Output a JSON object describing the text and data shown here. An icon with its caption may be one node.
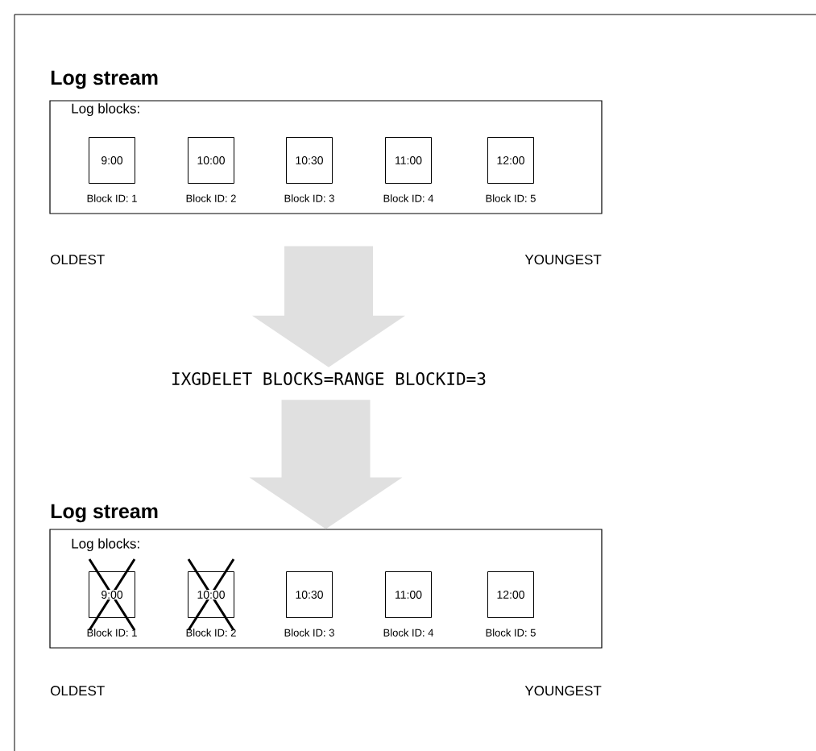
{
  "diagram": {
    "nodes": [
      {
        "text": [
          "Log stream",
          "Log blocks:"
        ]
      },
      {
        "text": [
          "9:00"
        ],
        "beside": [
          "Block ID: 1"
        ],
        "in": 0
      },
      {
        "text": [
          "10:00"
        ],
        "beside": [
          "Block ID: 2"
        ],
        "in": 0
      },
      {
        "text": [
          "10:30"
        ],
        "beside": [
          "Block ID: 3"
        ],
        "in": 0
      },
      {
        "text": [
          "11:00"
        ],
        "beside": [
          "Block ID: 4"
        ],
        "in": 0
      },
      {
        "text": [
          "12:00"
        ],
        "beside": [
          "Block ID: 5"
        ],
        "in": 0
      },
      {
        "text": [
          "Log stream",
          "Log blocks:"
        ]
      },
      {
        "text": [
          "9:00"
        ],
        "beside": [
          "Block ID: 1"
        ],
        "in": 6
      },
      {
        "text": [
          "10:00"
        ],
        "beside": [
          "Block ID: 2"
        ],
        "in": 6
      },
      {
        "text": [
          "10:30"
        ],
        "beside": [
          "Block ID: 3"
        ],
        "in": 6
      },
      {
        "text": [
          "11:00"
        ],
        "beside": [
          "Block ID: 4"
        ],
        "in": 6
      },
      {
        "text": [
          "12:00"
        ],
        "beside": [
          "Block ID: 5"
        ],
        "in": 6
      },
      {
        "text": [
          "IXGDELET BLOCKS=RANGE BLOCKID=3"
        ]
      }
    ],
    "edges": [
      {
        "from": 0,
        "to": 12,
        "arrow": "to",
        "color": "#e0e0e0"
      },
      {
        "from": 12,
        "to": 6,
        "arrow": "to",
        "color": "#e0e0e0"
      }
    ],
    "labels": [
      "OLDEST",
      "YOUNGEST",
      "OLDEST",
      "YOUNGEST"
    ]
  }
}
